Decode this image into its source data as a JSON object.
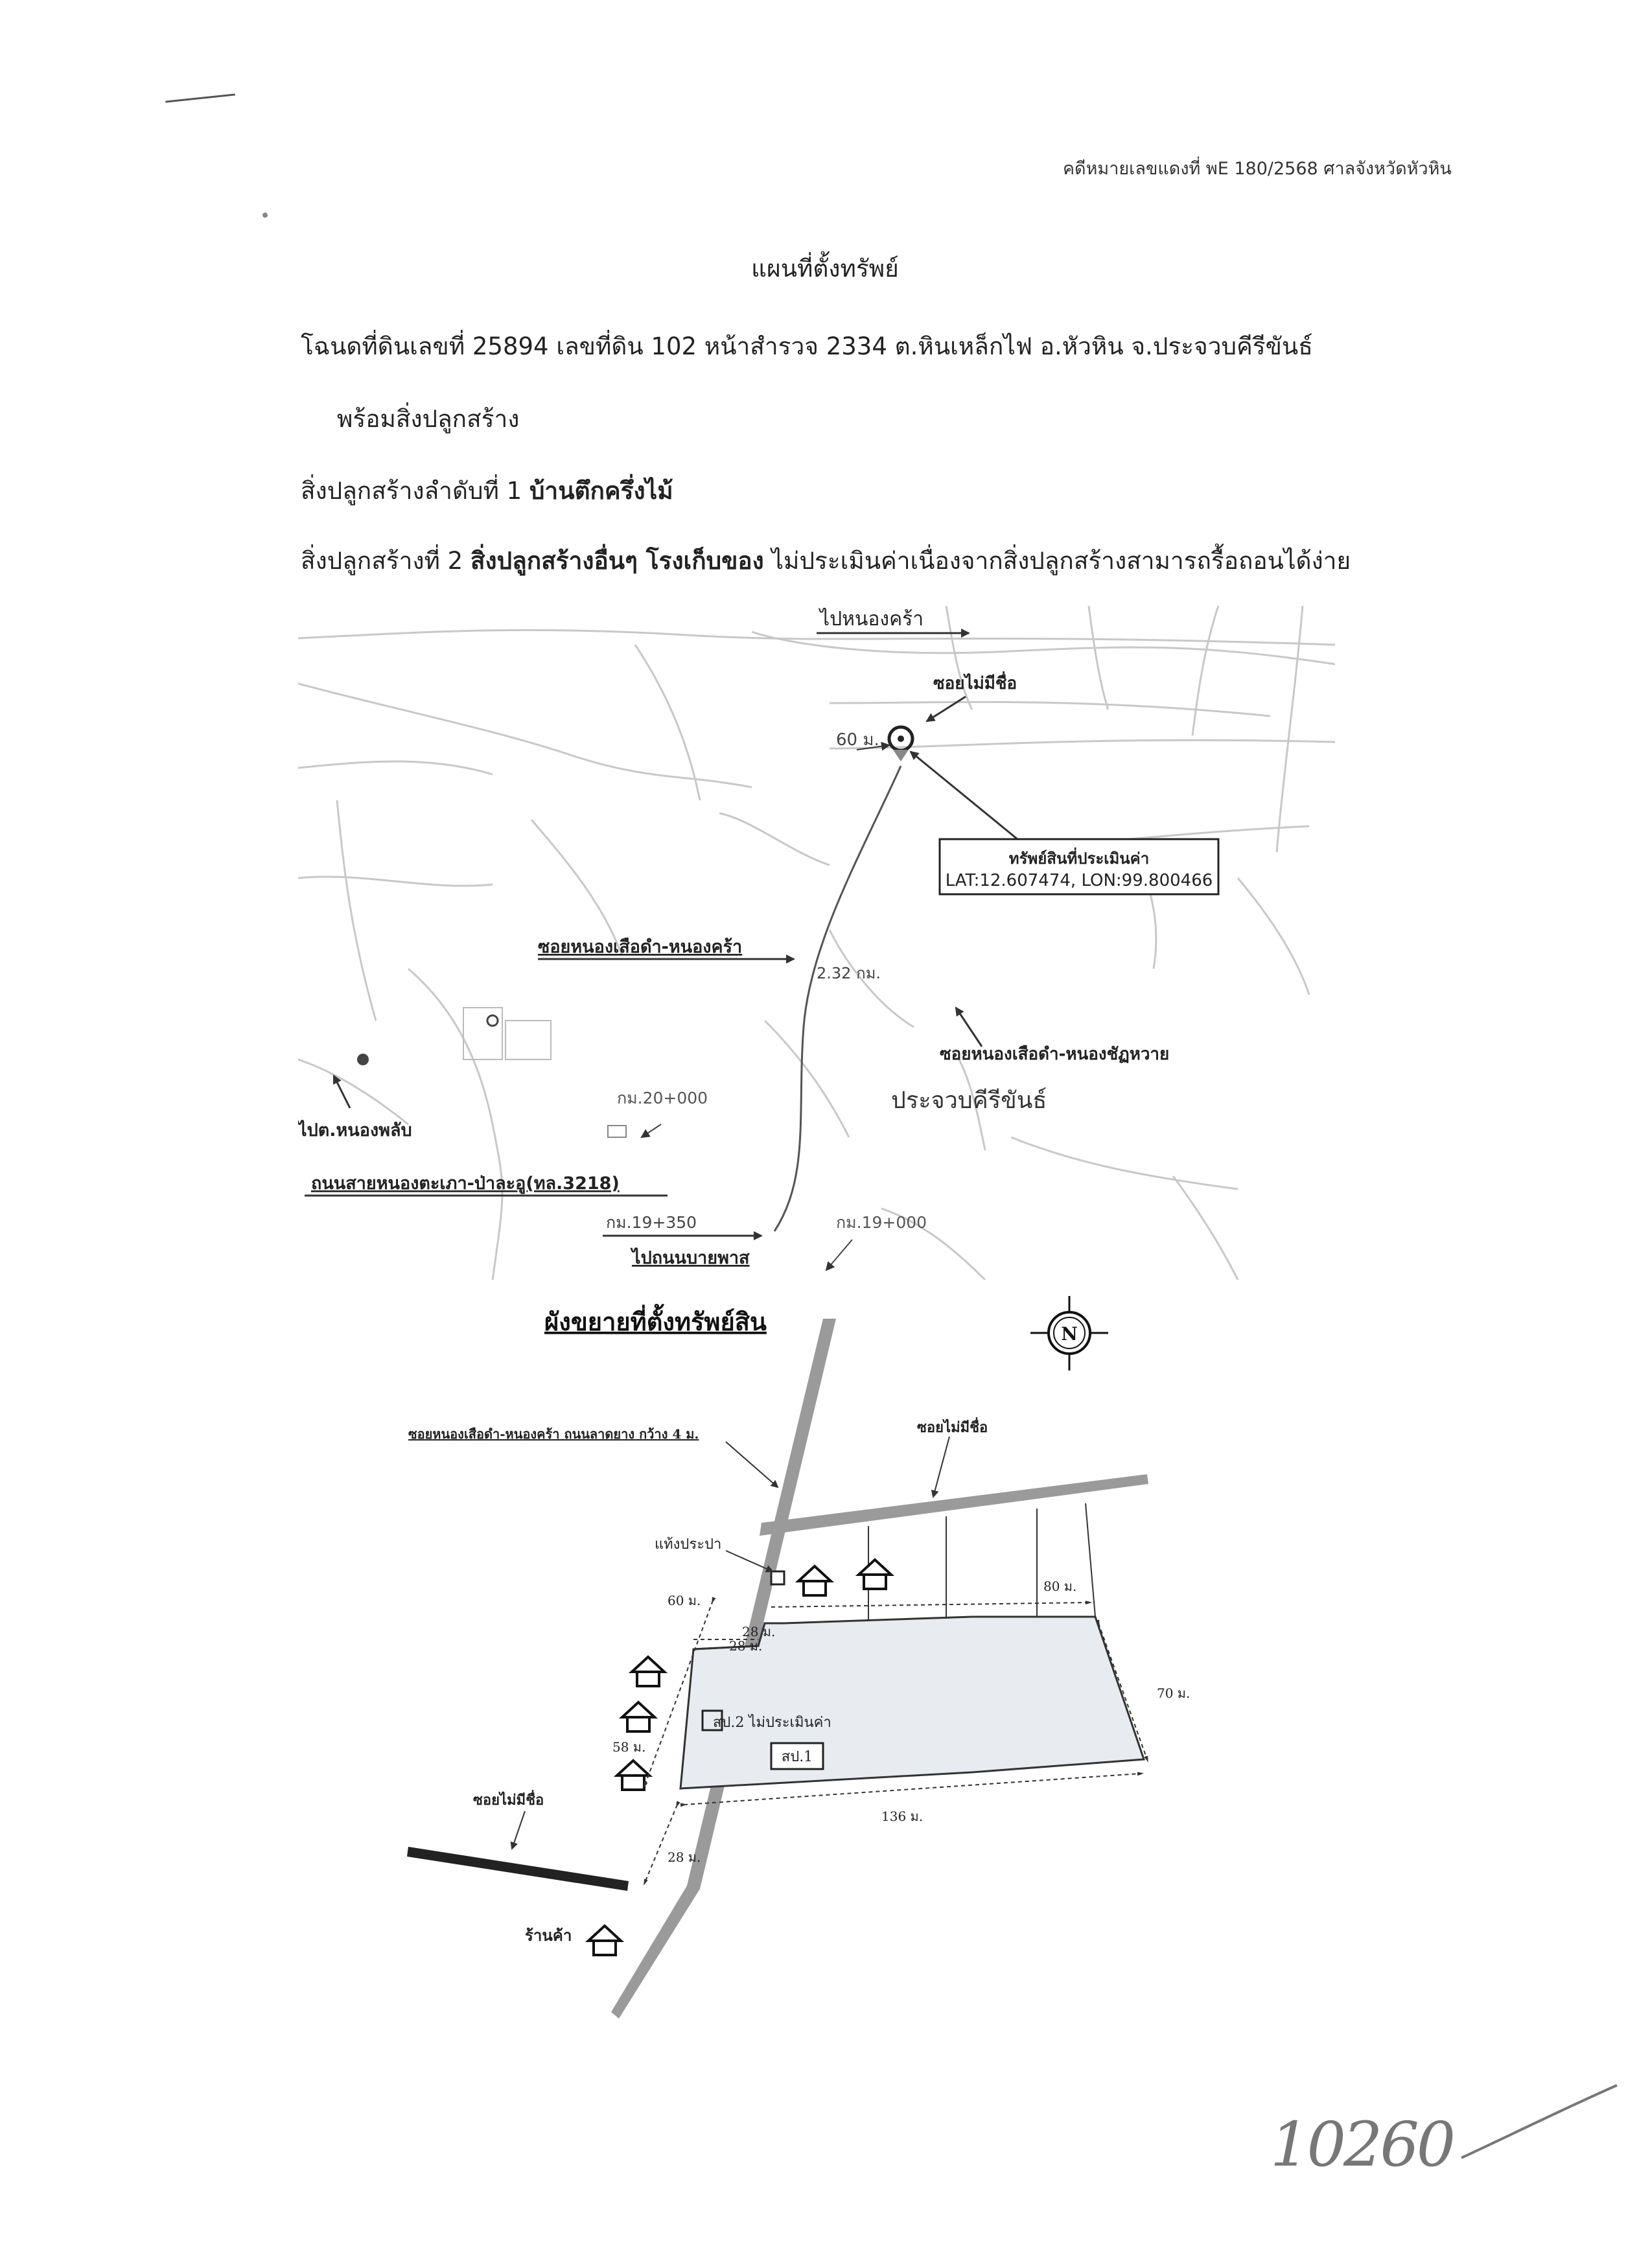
{
  "header": {
    "case_number": "คดีหมายเลขแดงที่ พE 180/2568 ศาลจังหวัดหัวหิน"
  },
  "title": "แผนที่ตั้งทรัพย์",
  "deed_line": "โฉนดที่ดินเลขที่ 25894 เลขที่ดิน 102 หน้าสำรวจ 2334 ต.หินเหล็กไฟ อ.หัวหิน จ.ประจวบคีรีขันธ์",
  "with_structures": "พร้อมสิ่งปลูกสร้าง",
  "structure1": {
    "label": "สิ่งปลูกสร้างลำดับที่ 1 ",
    "value": "บ้านตึกครึ่งไม้"
  },
  "structure2": {
    "label": "สิ่งปลูกสร้างที่ 2 ",
    "value": "สิ่งปลูกสร้างอื่นๆ โรงเก็บของ",
    "note": " ไม่ประเมินค่าเนื่องจากสิ่งปลูกสร้างสามารถรื้อถอนได้ง่าย"
  },
  "map": {
    "to_nong_khra": "ไปหนองคร้า",
    "unnamed_soi": "ซอยไม่มีชื่อ",
    "dist_60": "60 ม.",
    "asset_box_title": "ทรัพย์สินที่ประเมินค่า",
    "asset_box_coords": "LAT:12.607474, LON:99.800466",
    "soi_nong_suea_dam_nong_khra": "ซอยหนองเสือดำ-หนองคร้า",
    "dist_2_32": "2.32 กม.",
    "soi_nong_suea_dam_nong_chat": "ซอยหนองเสือดำ-หนองชัฏหวาย",
    "province": "ประจวบคีรีขันธ์",
    "km_20": "กม.20+000",
    "to_nong_phlap": "ไปต.หนองพลับ",
    "main_road": "ถนนสายหนองตะเภา-ป่าละอู(ทล.3218)",
    "km_19_350": "กม.19+350",
    "km_19_000": "กม.19+000",
    "to_bypass": "ไปถนนบายพาส"
  },
  "plan": {
    "title": "ผังขยายที่ตั้งทรัพย์สิน",
    "compass": "N",
    "road_label": "ซอยหนองเสือดำ-หนองคร้า ถนนลาดยาง กว้าง 4 ม.",
    "unnamed_soi_right": "ซอยไม่มีชื่อ",
    "water_tank": "แท้งประปา",
    "dist_60": "60 ม.",
    "dist_80": "80 ม.",
    "dist_28_a": "28 ม.",
    "dist_28_b": "28 ม.",
    "dist_70": "70 ม.",
    "dist_58": "58 ม.",
    "structure2_label": "สป.2 ไม่ประเมินค่า",
    "structure1_label": "สป.1",
    "unnamed_soi_left": "ซอยไม่มีชื่อ",
    "dist_136": "136 ม.",
    "dist_28_c": "28 ม.",
    "shop": "ร้านค้า"
  },
  "handwritten_number": "10260",
  "colors": {
    "road_gray": "#9a9a9a",
    "land_fill": "#e8ebf0",
    "ink": "#1a1a1a"
  }
}
